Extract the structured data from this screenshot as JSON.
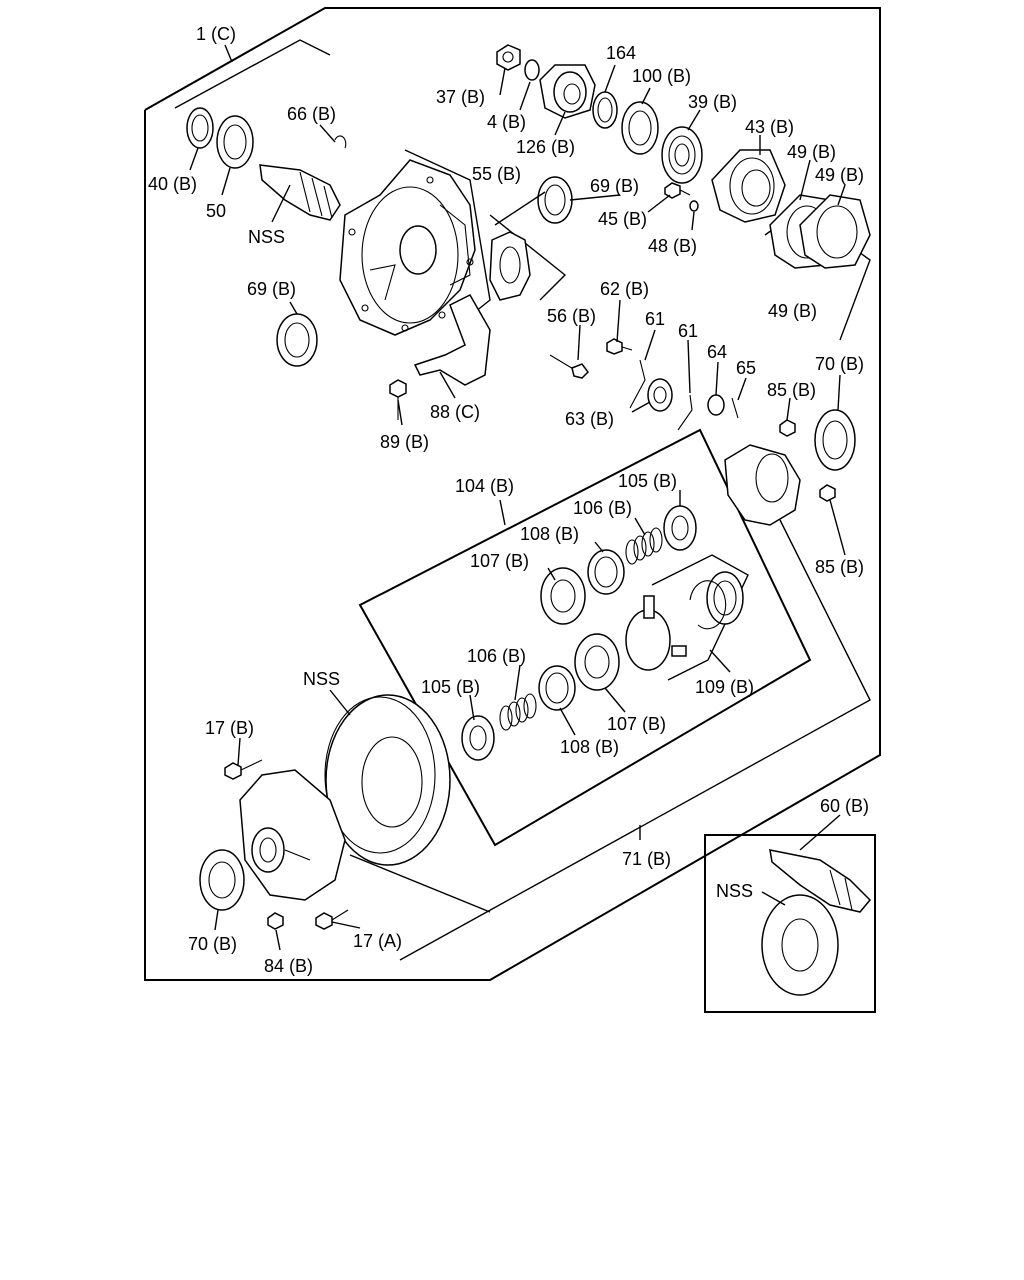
{
  "labels": {
    "l1": "1 (C)",
    "l37": "37 (B)",
    "l4": "4 (B)",
    "l126": "126 (B)",
    "l164": "164",
    "l100": "100 (B)",
    "l39": "39 (B)",
    "l43": "43 (B)",
    "l49a": "49 (B)",
    "l49b": "49 (B)",
    "l49c": "49 (B)",
    "l66": "66 (B)",
    "l40": "40 (B)",
    "l50": "50",
    "lnss1": "NSS",
    "l55": "55 (B)",
    "l69a": "69 (B)",
    "l45": "45 (B)",
    "l48": "48 (B)",
    "l69b": "69 (B)",
    "l62": "62 (B)",
    "l56": "56 (B)",
    "l61a": "61",
    "l61b": "61",
    "l64": "64",
    "l65": "65",
    "l88": "88 (C)",
    "l89": "89 (B)",
    "l63": "63 (B)",
    "l70a": "70 (B)",
    "l85a": "85 (B)",
    "l104": "104 (B)",
    "l105a": "105 (B)",
    "l106a": "106 (B)",
    "l108a": "108 (B)",
    "l107a": "107 (B)",
    "l85b": "85 (B)",
    "l106b": "106 (B)",
    "l105b": "105 (B)",
    "l109": "109 (B)",
    "l107b": "107 (B)",
    "l108b": "108 (B)",
    "lnss2": "NSS",
    "l17b": "17 (B)",
    "l60": "60 (B)",
    "l71": "71 (B)",
    "lnss3": "NSS",
    "l70b": "70 (B)",
    "l84": "84 (B)",
    "l17a": "17 (A)"
  },
  "icons": [
    "differential-carrier-icon",
    "pinion-icon",
    "bearing-icon",
    "ring-gear-icon",
    "differential-case-icon",
    "side-gear-icon",
    "spring-icon",
    "bolt-icon",
    "nut-icon",
    "seal-icon",
    "flange-icon"
  ]
}
